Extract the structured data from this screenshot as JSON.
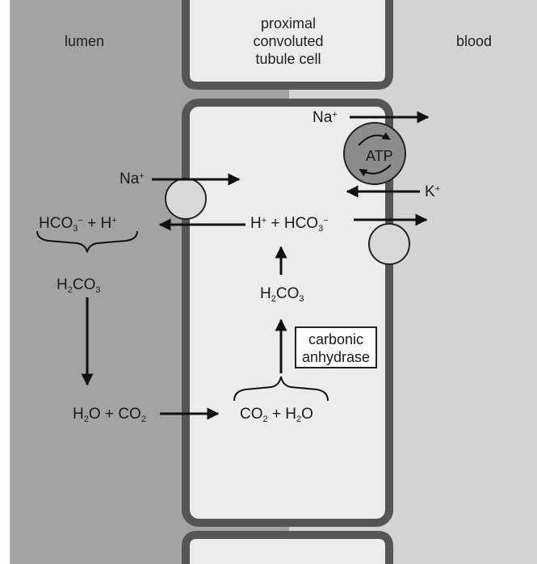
{
  "regions": {
    "lumen": "lumen",
    "blood": "blood",
    "cell": [
      "proximal",
      "convoluted",
      "tubule cell"
    ]
  },
  "colors": {
    "lumen": "#a3a3a3",
    "cell": "#ececec",
    "blood": "#d4d4d4",
    "membrane": "#555555",
    "transporter": "#d9d9d9",
    "pump": "#8c8c8c",
    "arrow": "#111111"
  },
  "species": {
    "na_symbol": "Na",
    "k_symbol": "K",
    "h_symbol": "H",
    "plus_charge": "+",
    "minus_charge": "−",
    "plus_sign": "+",
    "bicarbonate": "HCO",
    "h2": "H",
    "co3": "CO",
    "water": "H",
    "water_o": "O",
    "co2": "CO",
    "sub2": "2",
    "sub3": "3"
  },
  "pump": {
    "label": "ATP"
  },
  "enzyme": {
    "lines": [
      "carbonic",
      "anhydrase"
    ]
  }
}
